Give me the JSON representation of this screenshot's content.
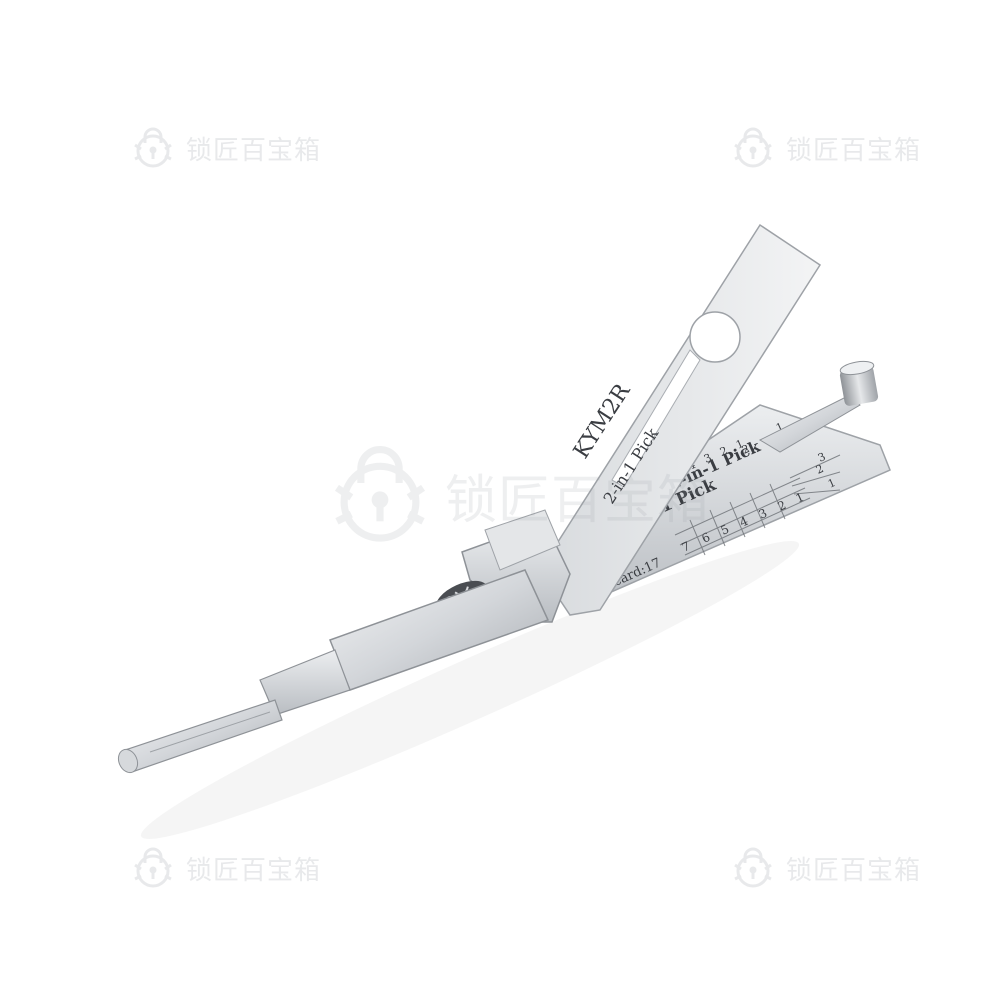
{
  "watermark": {
    "text": "锁匠百宝箱",
    "icon": "padlock-gear-icon"
  },
  "tool": {
    "model": "KYM2R",
    "type_label": "2-in-1 Pick",
    "ic_card": "IC card:17",
    "pin_numbers_upper": [
      "4",
      "3",
      "2",
      "1"
    ],
    "pin_numbers_lower": [
      "7",
      "6",
      "5",
      "4",
      "3",
      "2",
      "1"
    ],
    "side_numbers": [
      "1",
      "2",
      "3"
    ]
  },
  "colors": {
    "steel_light": "#e9eaec",
    "steel_mid": "#c9ccd0",
    "steel_dark": "#8e9297",
    "engraving": "#3a3d42",
    "watermark": "#9aa0a6"
  }
}
